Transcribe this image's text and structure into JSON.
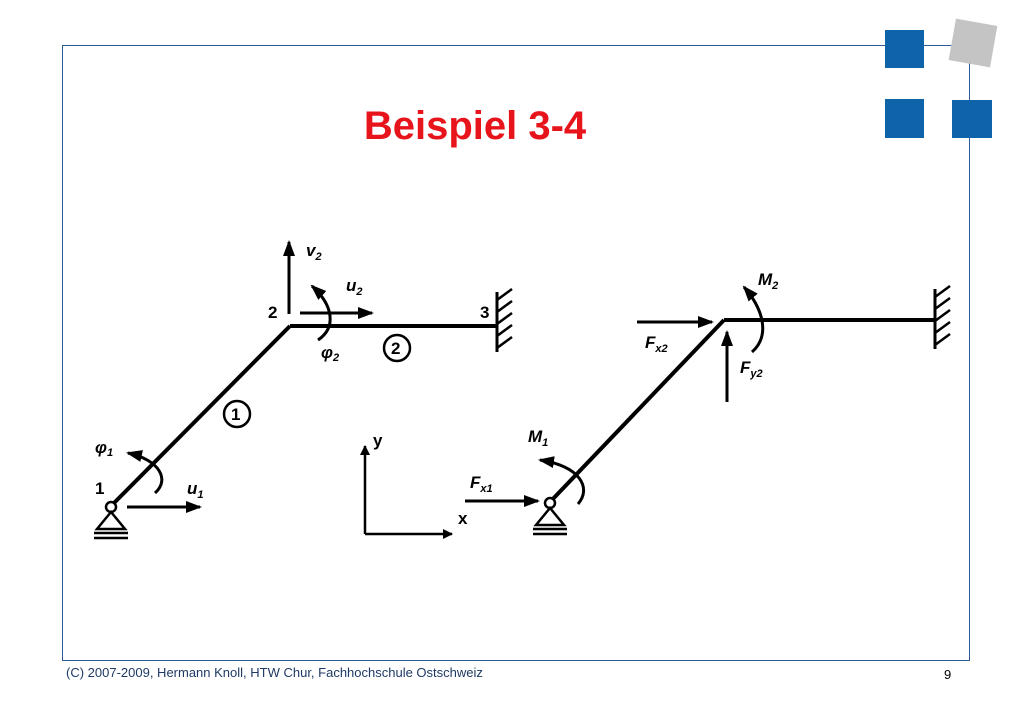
{
  "slide": {
    "title": "Beispiel 3-4",
    "footer": "(C) 2007-2009, Hermann Knoll, HTW Chur, Fachhochschule Ostschweiz",
    "page_number": "9"
  },
  "colors": {
    "title": "#e8141c",
    "frame": "#2f5b9a",
    "square_blue": "#0f63a8",
    "square_gray": "#c4c4c4",
    "ink": "#000000"
  },
  "left_structure": {
    "node_1": "1",
    "node_2": "2",
    "node_3": "3",
    "member_1": "1",
    "member_2": "2",
    "phi_1": {
      "base": "φ",
      "sub": "1"
    },
    "phi_2": {
      "base": "φ",
      "sub": "2"
    },
    "u_1": {
      "base": "u",
      "sub": "1"
    },
    "u_2": {
      "base": "u",
      "sub": "2"
    },
    "v_2": {
      "base": "v",
      "sub": "2"
    }
  },
  "axes": {
    "x": "x",
    "y": "y"
  },
  "right_structure": {
    "m_1": {
      "base": "M",
      "sub": "1"
    },
    "m_2": {
      "base": "M",
      "sub": "2"
    },
    "fx_1": {
      "base": "F",
      "sub": "x1"
    },
    "fx_2": {
      "base": "F",
      "sub": "x2"
    },
    "fy_2": {
      "base": "F",
      "sub": "y2"
    }
  }
}
